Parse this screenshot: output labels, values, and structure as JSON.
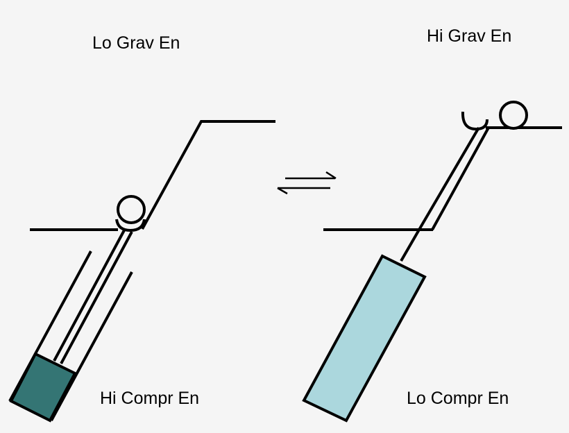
{
  "labels": {
    "lo_grav": "Lo Grav En",
    "hi_grav": "Hi Grav En",
    "hi_compr": "Hi Compr En",
    "lo_compr": "Lo Compr En"
  },
  "colors": {
    "background": "#f5f5f5",
    "line": "#000000",
    "compressed_fill": "#347574",
    "expanded_fill": "#abd7dd",
    "ball": "#f5f5f5"
  },
  "arrow": {
    "type": "equilibrium-arrows"
  }
}
